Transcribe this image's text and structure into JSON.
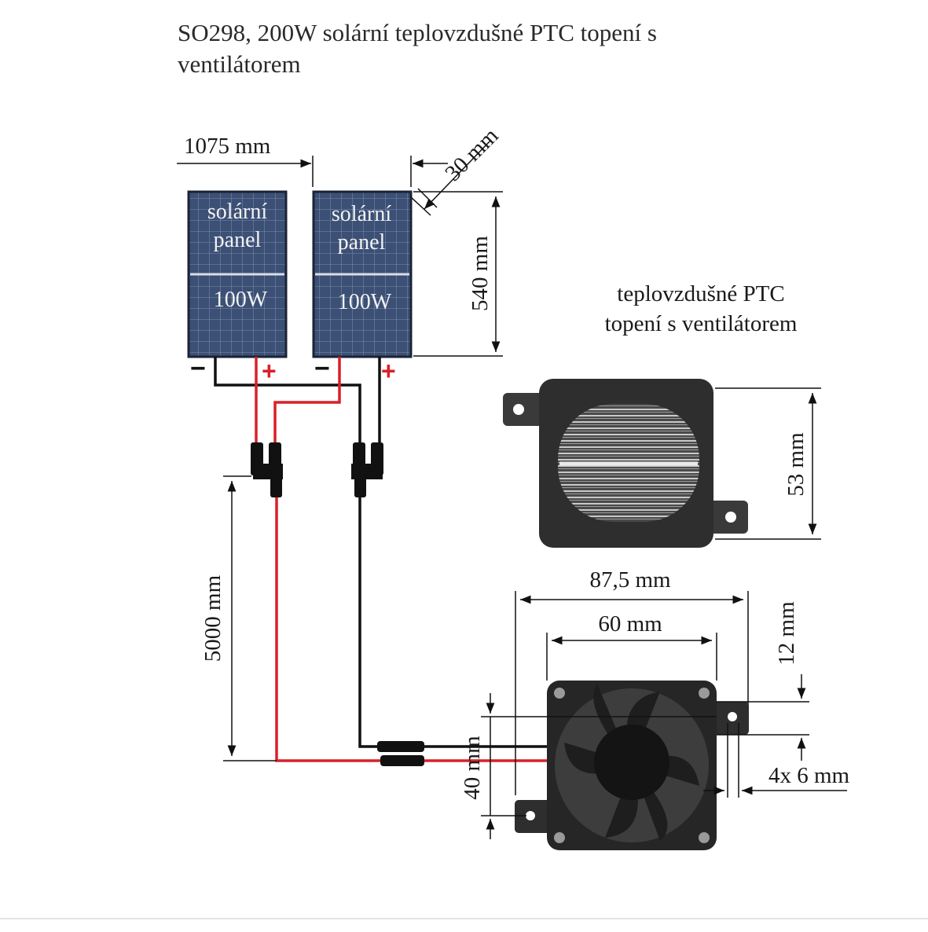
{
  "title": {
    "line1": "SO298, 200W solární teplovzdušné PTC topení s",
    "line2": "ventilátorem"
  },
  "panels": [
    {
      "label_top": "solární",
      "label_mid": "panel",
      "power": "100W"
    },
    {
      "label_top": "solární",
      "label_mid": "panel",
      "power": "100W"
    }
  ],
  "polarity": {
    "minus": "−",
    "plus": "+"
  },
  "dimensions": {
    "panel_width": "1075 mm",
    "panel_thickness": "30 mm",
    "panel_height": "540 mm",
    "cable_length": "5000 mm",
    "heater_height": "53 mm",
    "heater_width": "87,5 mm",
    "fan_width": "60 mm",
    "bracket_offset": "12 mm",
    "fan_height": "40 mm",
    "mount_holes": "4x 6 mm"
  },
  "heater": {
    "label_line1": "teplovzdušné PTC",
    "label_line2": "topení s ventilátorem"
  },
  "colors": {
    "positive_wire": "#d9202a",
    "negative_wire": "#111111",
    "panel_cell": "#3a4d6e",
    "device_body": "#2b2b2b"
  }
}
